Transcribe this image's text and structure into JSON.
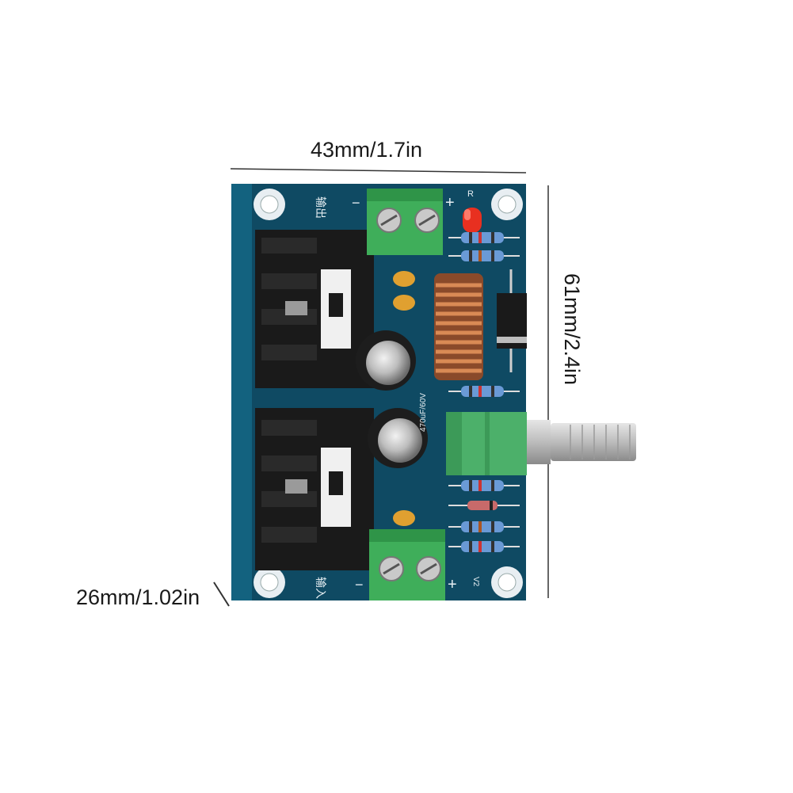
{
  "dimensions": {
    "width": "43mm/1.7in",
    "height": "61mm/2.4in",
    "depth": "26mm/1.02in"
  },
  "board": {
    "silkscreen": {
      "output_label": "输出",
      "input_label": "输入",
      "minus_top": "−",
      "plus_top": "+",
      "minus_bottom": "−",
      "plus_bottom": "+",
      "led_label": "R",
      "v2_label": "V2",
      "cap_text": "470uF/60V"
    },
    "colors": {
      "pcb": "#0f4a63",
      "terminal": "#3fae5a",
      "potentiometer": "#4cb06a",
      "heatsink": "#1a1a1a",
      "coil": "#c8784a",
      "led": "#e83020"
    }
  }
}
